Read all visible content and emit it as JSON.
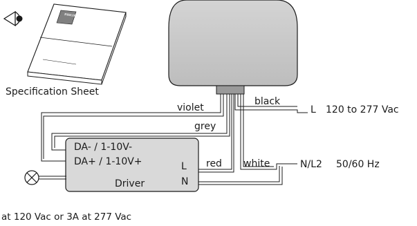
{
  "spec_sheet": {
    "label": "Specification Sheet",
    "brand": "PHILIPS"
  },
  "wires": {
    "violet": "violet",
    "grey": "grey",
    "black": "black",
    "red": "red",
    "white": "white"
  },
  "mains": {
    "line_terminal": "L",
    "line_voltage": "120 to 277 Vac",
    "neutral_terminal": "N/L2",
    "frequency": "50/60 Hz"
  },
  "driver": {
    "dim_minus": "DA- / 1-10V-",
    "dim_plus": "DA+ / 1-10V+",
    "terminal_l": "L",
    "terminal_n": "N",
    "name": "Driver"
  },
  "footnote": "at 120 Vac or 3A at 277 Vac",
  "colors": {
    "fixture_fill": "#cdcdcd",
    "driver_fill": "#d9d9d9",
    "stroke": "#1a1a1a"
  },
  "icons": [
    "eye-icon",
    "document-icon",
    "lamp-icon",
    "fixture-housing"
  ]
}
